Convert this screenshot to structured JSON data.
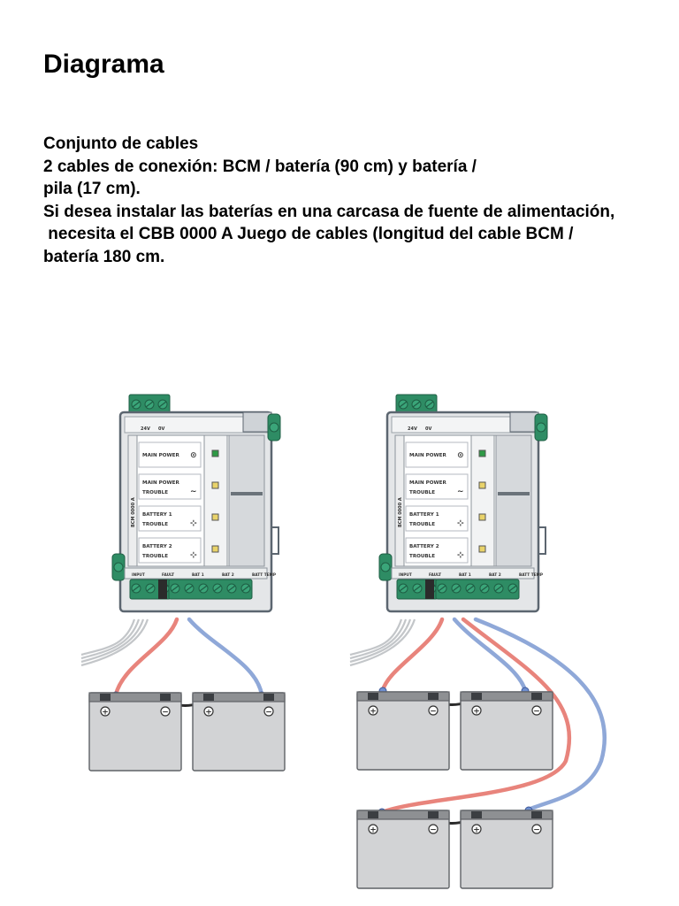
{
  "title": "Diagrama",
  "description_lines": [
    "Conjunto de cables",
    "2 cables de conexión: BCM / batería (90 cm) y batería /",
    "pila (17 cm).",
    "Si desea instalar las baterías en una carcasa de fuente de alimentación,",
    " necesita el CBB 0000 A Juego de cables (longitud del cable BCM /",
    "batería 180 cm."
  ],
  "module": {
    "indicators": [
      {
        "line1": "MAIN POWER",
        "line2": "",
        "symbol": "⊙",
        "led": "#2e9a45"
      },
      {
        "line1": "MAIN POWER",
        "line2": "TROUBLE",
        "symbol": "∼",
        "led": "#e9d36a"
      },
      {
        "line1": "BATTERY 1",
        "line2": "TROUBLE",
        "symbol": "⊹",
        "led": "#e9d36a"
      },
      {
        "line1": "BATTERY 2",
        "line2": "TROUBLE",
        "symbol": "⊹",
        "led": "#e9d36a"
      }
    ],
    "side_label": "BCM 0000 A",
    "terminal_glyphs": "∅",
    "terminal_labels": [
      "INPUT",
      "FAULT",
      "BAT 1",
      "BAT 2",
      "BATT TEMP"
    ],
    "top_labels": [
      "24V",
      "0V"
    ]
  },
  "battery": {
    "plus": "+",
    "minus": "−"
  },
  "colors": {
    "red_cable": "#e8847c",
    "blue_cable": "#8fa8d8",
    "module_frame": "#5c6670",
    "module_body": "#e4e6e8",
    "green_terminal": "#2e8c64",
    "battery_body": "#d2d3d5",
    "battery_top": "#8e9093"
  }
}
